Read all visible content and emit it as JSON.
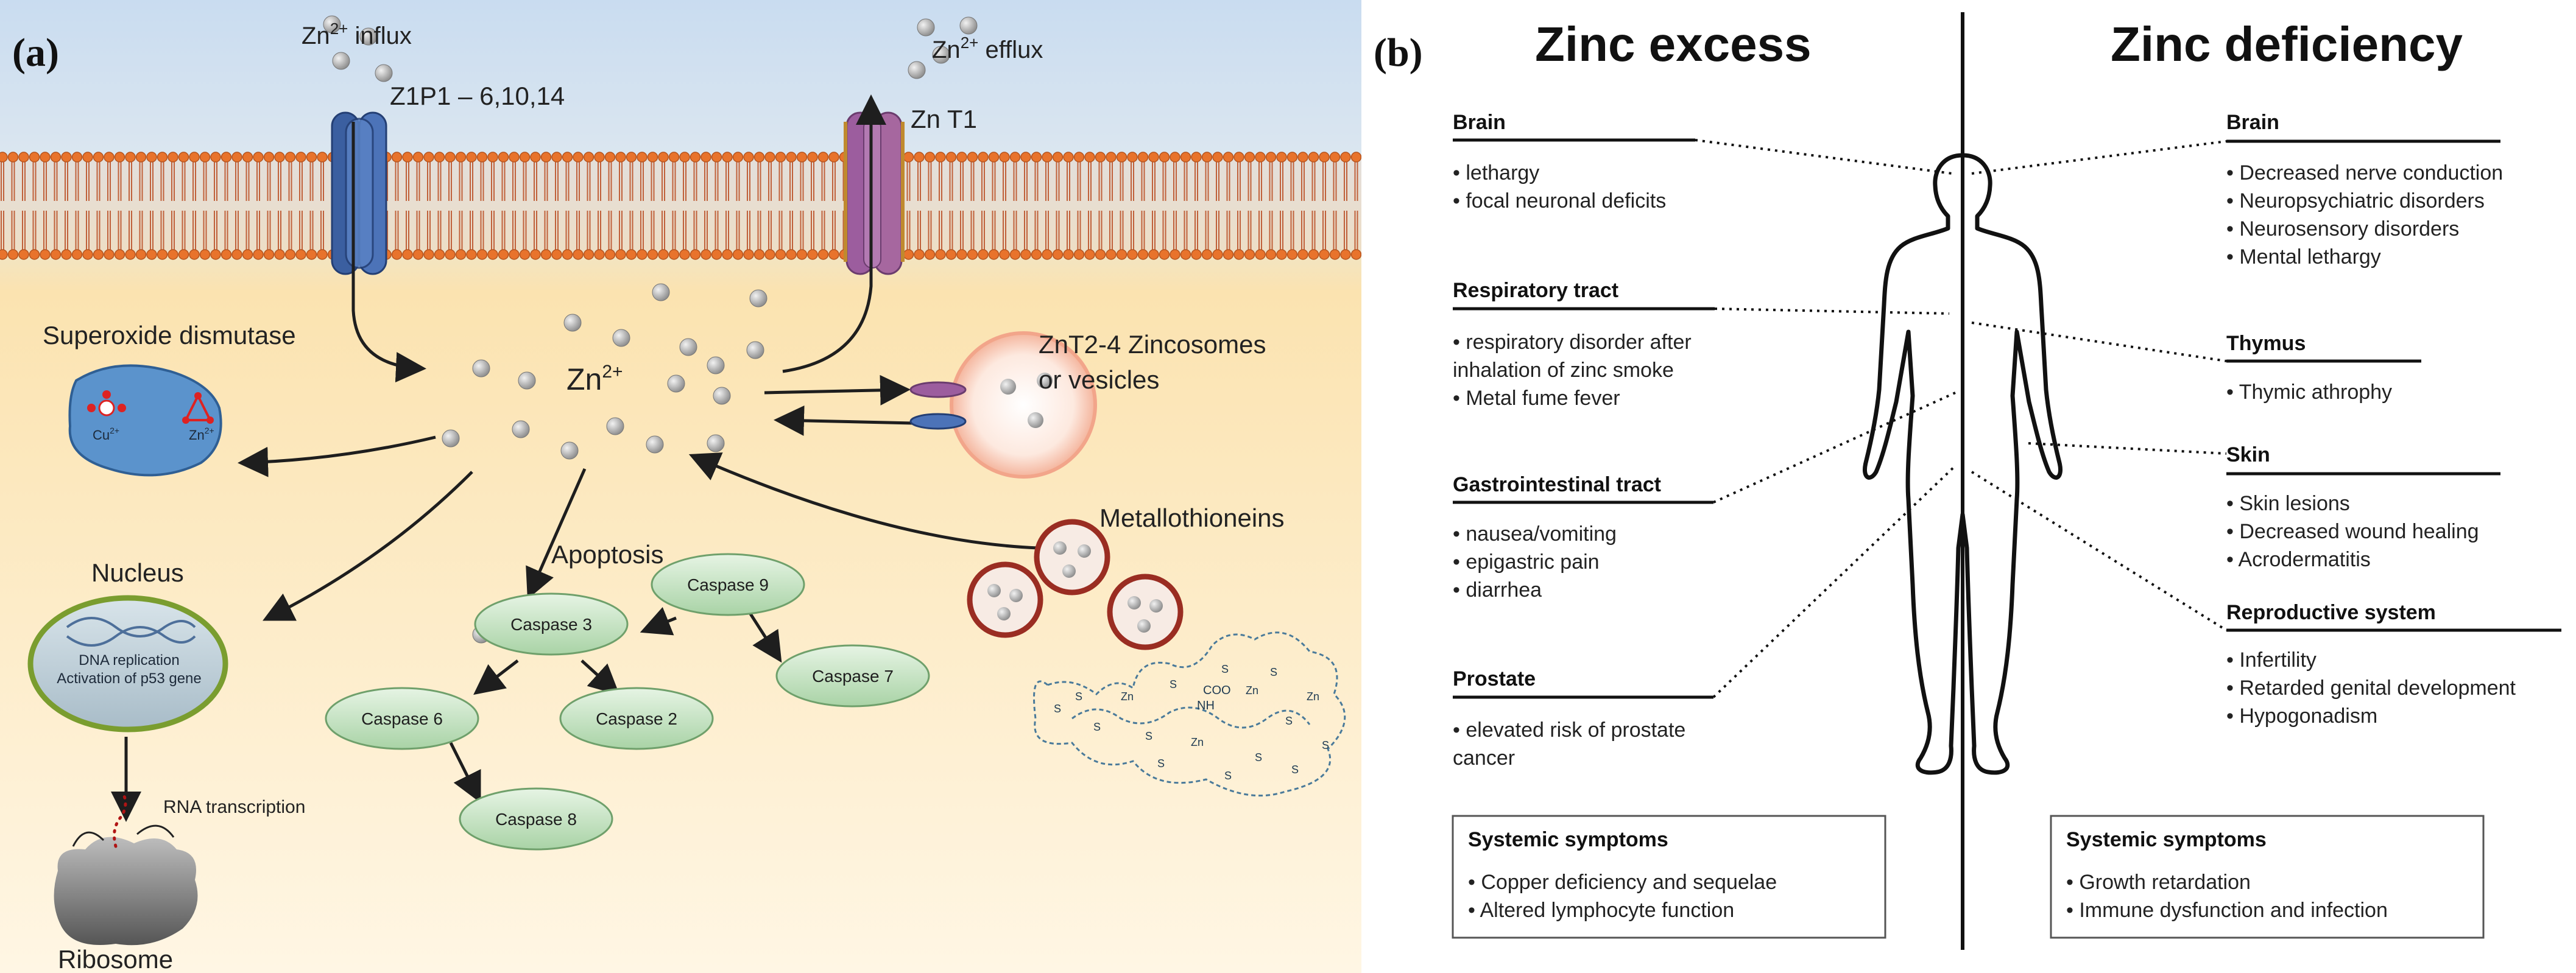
{
  "panel_a": {
    "letter": "(a)",
    "zn_influx": "Zn",
    "zn_influx_sup": "2+",
    "zn_influx_suffix": " influx",
    "zn_efflux": "Zn",
    "zn_efflux_sup": "2+",
    "zn_efflux_suffix": " efflux",
    "zip_label": "Z1P1 – 6,10,14",
    "znt1_label": "Zn T1",
    "sod_label": "Superoxide dismutase",
    "sod_cu": "Cu",
    "sod_cu_sup": "2+",
    "sod_zn": "Zn",
    "sod_zn_sup": "2+",
    "zn_center": "Zn",
    "zn_center_sup": "2+",
    "zincosome_line1": "ZnT2-4 Zincosomes",
    "zincosome_line2": "or vesicles",
    "metallothioneins": "Metallothioneins",
    "nucleus": "Nucleus",
    "dna_line1": "DNA replication",
    "dna_line2": "Activation of p53 gene",
    "rna": "RNA transcription",
    "ribosome": "Ribosome",
    "apoptosis": "Apoptosis",
    "caspases": {
      "c9": "Caspase 9",
      "c3": "Caspase 3",
      "c7": "Caspase 7",
      "c6": "Caspase 6",
      "c2": "Caspase 2",
      "c8": "Caspase 8"
    },
    "mt_coo": "COO",
    "mt_nh": "NH",
    "mt_zn": "Zn",
    "mt_s": "S"
  },
  "panel_b": {
    "letter": "(b)",
    "excess_title": "Zinc excess",
    "deficiency_title": "Zinc deficiency",
    "excess": {
      "brain": {
        "title": "Brain",
        "items": [
          "• lethargy",
          "• focal neuronal deficits"
        ]
      },
      "resp": {
        "title": "Respiratory tract",
        "items": [
          "• respiratory disorder after",
          "  inhalation of zinc smoke",
          "• Metal fume fever"
        ]
      },
      "gi": {
        "title": "Gastrointestinal tract",
        "items": [
          "• nausea/vomiting",
          "• epigastric pain",
          "• diarrhea"
        ]
      },
      "prostate": {
        "title": "Prostate",
        "items": [
          "• elevated risk of prostate",
          "  cancer"
        ]
      },
      "systemic": {
        "title": "Systemic symptoms",
        "items": [
          "• Copper deficiency and sequelae",
          "• Altered lymphocyte function"
        ]
      }
    },
    "deficiency": {
      "brain": {
        "title": "Brain",
        "items": [
          "• Decreased nerve conduction",
          "• Neuropsychiatric disorders",
          "• Neurosensory disorders",
          "• Mental lethargy"
        ]
      },
      "thymus": {
        "title": "Thymus",
        "items": [
          "• Thymic athrophy"
        ]
      },
      "skin": {
        "title": "Skin",
        "items": [
          "• Skin lesions",
          "• Decreased wound healing",
          "• Acrodermatitis"
        ]
      },
      "repro": {
        "title": "Reproductive system",
        "items": [
          "• Infertility",
          "• Retarded genital development",
          "• Hypogonadism"
        ]
      },
      "systemic": {
        "title": "Systemic symptoms",
        "items": [
          "• Growth retardation",
          "• Immune dysfunction and infection"
        ]
      }
    }
  }
}
